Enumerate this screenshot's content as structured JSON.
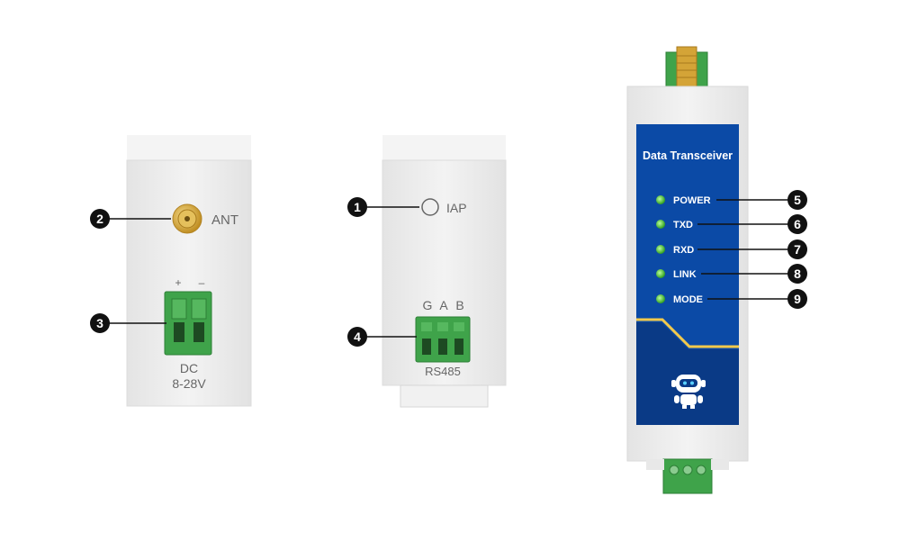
{
  "left_unit": {
    "antenna_label": "ANT",
    "terminal_polarity": [
      "+",
      "–"
    ],
    "power_label_line1": "DC",
    "power_label_line2": "8-28V"
  },
  "middle_unit": {
    "iap_label": "IAP",
    "terminal_pins": [
      "G",
      "A",
      "B"
    ],
    "bus_label": "RS485"
  },
  "right_unit": {
    "title": "Data Transceiver",
    "indicators": [
      "POWER",
      "TXD",
      "RXD",
      "LINK",
      "MODE"
    ],
    "mascot_icon": "robot-icon"
  },
  "callouts": [
    "1",
    "2",
    "3",
    "4",
    "5",
    "6",
    "7",
    "8",
    "9"
  ],
  "colors": {
    "housing": "#efefef",
    "panel_blue": "#0b4aa6",
    "stripe_yellow": "#f2c94c",
    "terminal_green": "#3fa34a",
    "led_green": "#52d23a",
    "antenna_gold": "#d4a437",
    "callout_black": "#111111"
  }
}
